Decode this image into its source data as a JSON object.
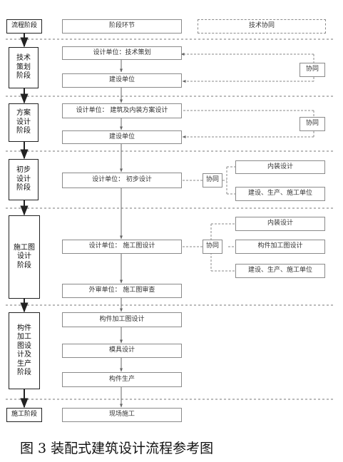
{
  "header": {
    "stage_col": "流程阶段",
    "link_col": "阶段环节",
    "collab_col": "技术协同"
  },
  "stages": [
    "技术\n策划\n阶段",
    "方案\n设计\n阶段",
    "初步\n设计\n阶段",
    "施工图\n设计\n阶段",
    "构件\n加工\n图设\n计及\n生产\n阶段",
    "施工阶段"
  ],
  "steps": {
    "s1": "设计单位：技术策划",
    "s2": "建设单位",
    "s3": "设计单位： 建筑及内装方案设计",
    "s4": "建设单位",
    "s5": "设计单位： 初步设计",
    "s6": "设计单位： 施工图设计",
    "s7": "外审单位： 施工图审查",
    "s8": "构件加工图设计",
    "s9": "模具设计",
    "s10": "构件生产",
    "s11": "现场施工"
  },
  "collab": {
    "c1": "协同",
    "c2": "协同",
    "c3": "协同",
    "c4": "协同"
  },
  "partners": {
    "p1": "内装设计",
    "p2": "建设、生产、施工单位",
    "p3": "内装设计",
    "p4": "构件加工图设计",
    "p5": "建设、生产、施工单位"
  },
  "caption": "图 3  装配式建筑设计流程参考图"
}
